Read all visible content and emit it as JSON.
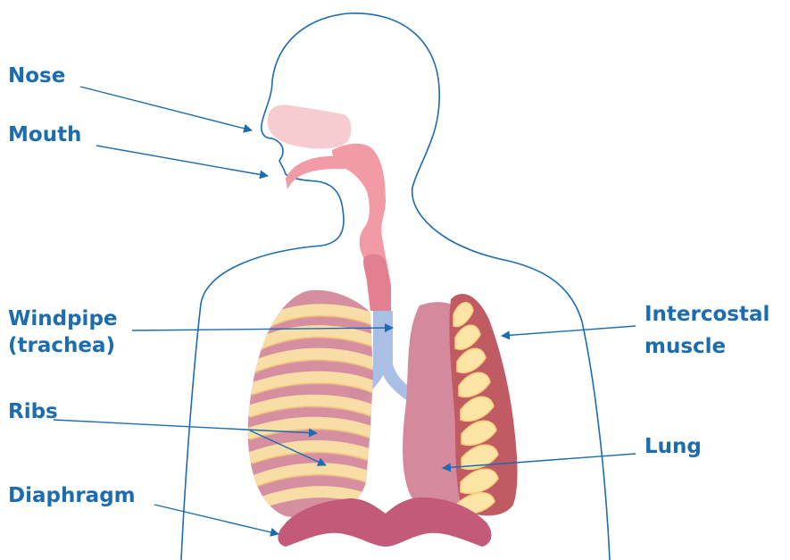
{
  "colors": {
    "label": "#1c6cb0",
    "arrow": "#1c6cb0",
    "outline": "#1c6cb0",
    "nasal": "#f6ccd1",
    "airway": "#f29aa6",
    "airway_dark": "#e27f90",
    "trachea": "#a9bfe6",
    "lung": "#d4899c",
    "lung_dark": "#c0697f",
    "rib": "#fbe4a6",
    "rib_edge": "#f5cf7a",
    "muscle": "#c05a63",
    "diaphragm": "#c45a79"
  },
  "labels": {
    "nose": "Nose",
    "mouth": "Mouth",
    "windpipe": "Windpipe",
    "trachea": "(trachea)",
    "ribs": "Ribs",
    "diaphragm": "Diaphragm",
    "intercostal": "Intercostal",
    "muscle": "muscle",
    "lung": "Lung"
  }
}
